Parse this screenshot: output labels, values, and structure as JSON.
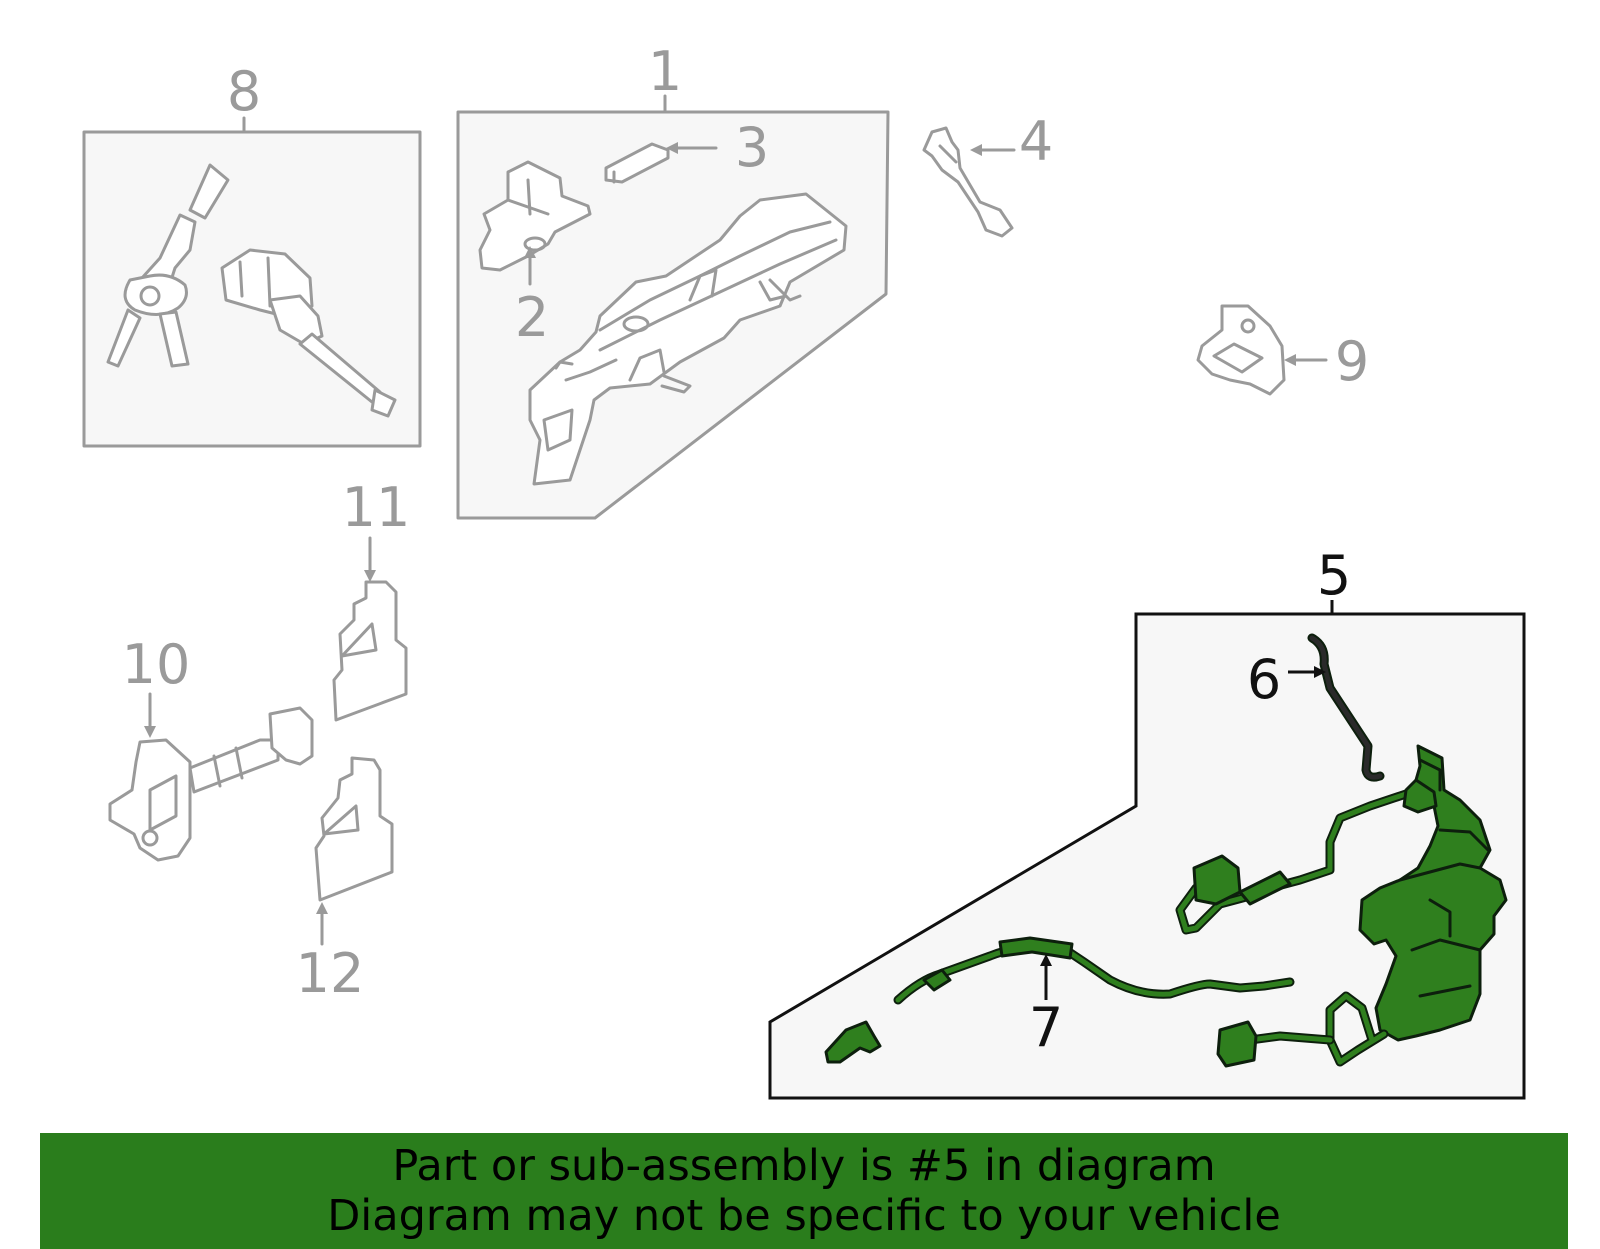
{
  "callouts": {
    "n1": "1",
    "n2": "2",
    "n3": "3",
    "n4": "4",
    "n5": "5",
    "n6": "6",
    "n7": "7",
    "n8": "8",
    "n9": "9",
    "n10": "10",
    "n11": "11",
    "n12": "12"
  },
  "banner": {
    "line1": "Part or sub-assembly is #5 in diagram",
    "line2": "Diagram may not be specific to your vehicle"
  },
  "colors": {
    "highlight": "#2f7f1e",
    "banner": "#2a7d1c",
    "inactive_part": "#9a9a9a"
  }
}
